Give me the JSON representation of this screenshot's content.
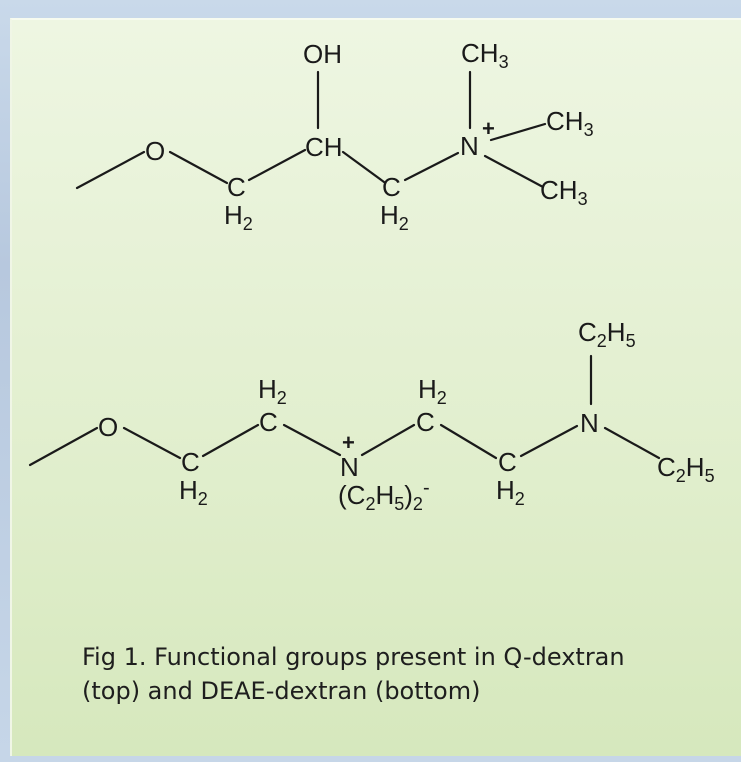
{
  "top_molecule": {
    "O": "O",
    "OH": "OH",
    "CH": "CH",
    "C1": "C",
    "C2": "C",
    "H2a": "H",
    "H2b": "H",
    "sub2": "2",
    "N": "N",
    "plus": "+",
    "CH3_top": "CH",
    "CH3_right": "CH",
    "CH3_bottom": "CH",
    "sub3": "3"
  },
  "bottom_molecule": {
    "O": "O",
    "C": "C",
    "H": "H",
    "sub2": "2",
    "sub5": "5",
    "N_plus": "N",
    "plus": "+",
    "N": "N",
    "side_open": "(C",
    "side_mid": "H",
    "side_close": ")",
    "minus": "-"
  },
  "caption": {
    "line1": "Fig 1. Functional groups present in Q-dextran",
    "line2": "(top) and DEAE-dextran (bottom)"
  }
}
